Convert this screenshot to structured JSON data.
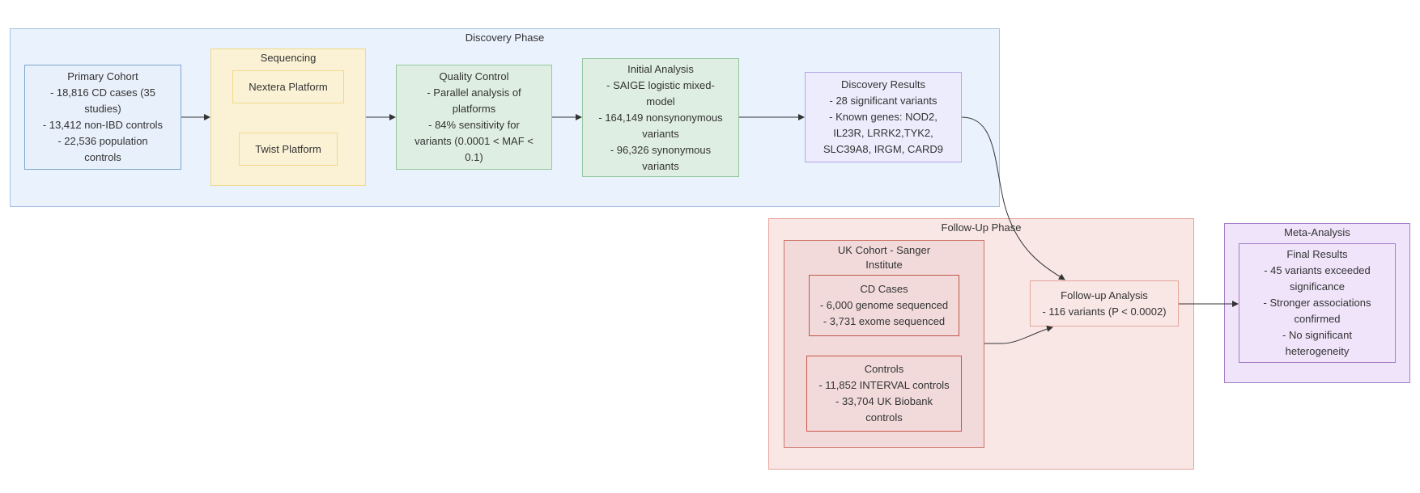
{
  "colors": {
    "discovery_fill": "#eaf2fd",
    "discovery_border": "#a8c3e0",
    "sequencing_fill": "#fbf2d5",
    "sequencing_border": "#f0d98a",
    "qc_fill": "#dfeee2",
    "qc_border": "#95c89d",
    "results_fill": "#ececfd",
    "results_border": "#b3a6ea",
    "followup_fill": "#f8e7e5",
    "followup_border": "#e5a59c",
    "uk_fill": "#f2dadb",
    "uk_border": "#d0766b",
    "meta_fill": "#efe4fa",
    "meta_border": "#a67ec9",
    "edge": "#333333"
  },
  "discovery": {
    "title": "Discovery Phase",
    "primary_cohort": [
      "Primary Cohort",
      "- 18,816 CD cases (35",
      "studies)",
      "- 13,412 non-IBD controls",
      "- 22,536 population",
      "controls"
    ],
    "sequencing": {
      "title": "Sequencing",
      "nextera": "Nextera Platform",
      "twist": "Twist Platform"
    },
    "quality_control": [
      "Quality Control",
      "- Parallel analysis of",
      "platforms",
      "- 84% sensitivity for",
      "variants (0.0001 < MAF <",
      "0.1)"
    ],
    "initial_analysis": [
      "Initial Analysis",
      "- SAIGE logistic mixed-",
      "model",
      "- 164,149 nonsynonymous",
      "variants",
      "- 96,326 synonymous",
      "variants"
    ],
    "results": [
      "Discovery Results",
      "- 28 significant variants",
      "- Known genes: NOD2,",
      "IL23R, LRRK2,TYK2,",
      "SLC39A8, IRGM, CARD9"
    ]
  },
  "followup": {
    "title": "Follow-Up Phase",
    "uk_cohort": {
      "title": [
        "UK Cohort - Sanger",
        "Institute"
      ],
      "cd_cases": [
        "CD Cases",
        "- 6,000 genome sequenced",
        "- 3,731 exome sequenced"
      ],
      "controls": [
        "Controls",
        "- 11,852 INTERVAL controls",
        "- 33,704 UK Biobank",
        "controls"
      ]
    },
    "analysis": [
      "Follow-up Analysis",
      "- 116 variants (P < 0.0002)"
    ]
  },
  "meta": {
    "title": "Meta-Analysis",
    "final_results": [
      "Final Results",
      "- 45 variants exceeded",
      "significance",
      "- Stronger associations",
      "confirmed",
      "- No significant",
      "heterogeneity"
    ]
  }
}
